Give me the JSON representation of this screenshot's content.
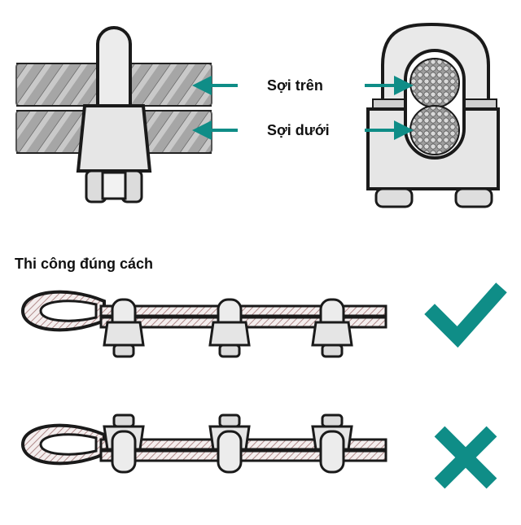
{
  "labels": {
    "upper_strand": "Sợi trên",
    "lower_strand": "Sợi dưới",
    "section_title": "Thi công đúng cách"
  },
  "colors": {
    "accent": "#0f8d87",
    "outline": "#1a1a1a",
    "rope_fill": "#a9a9a9",
    "metal_fill": "#e8e8e8",
    "hatch": "#b08a8a"
  },
  "icons": {
    "correct": "check-icon",
    "incorrect": "cross-icon"
  }
}
